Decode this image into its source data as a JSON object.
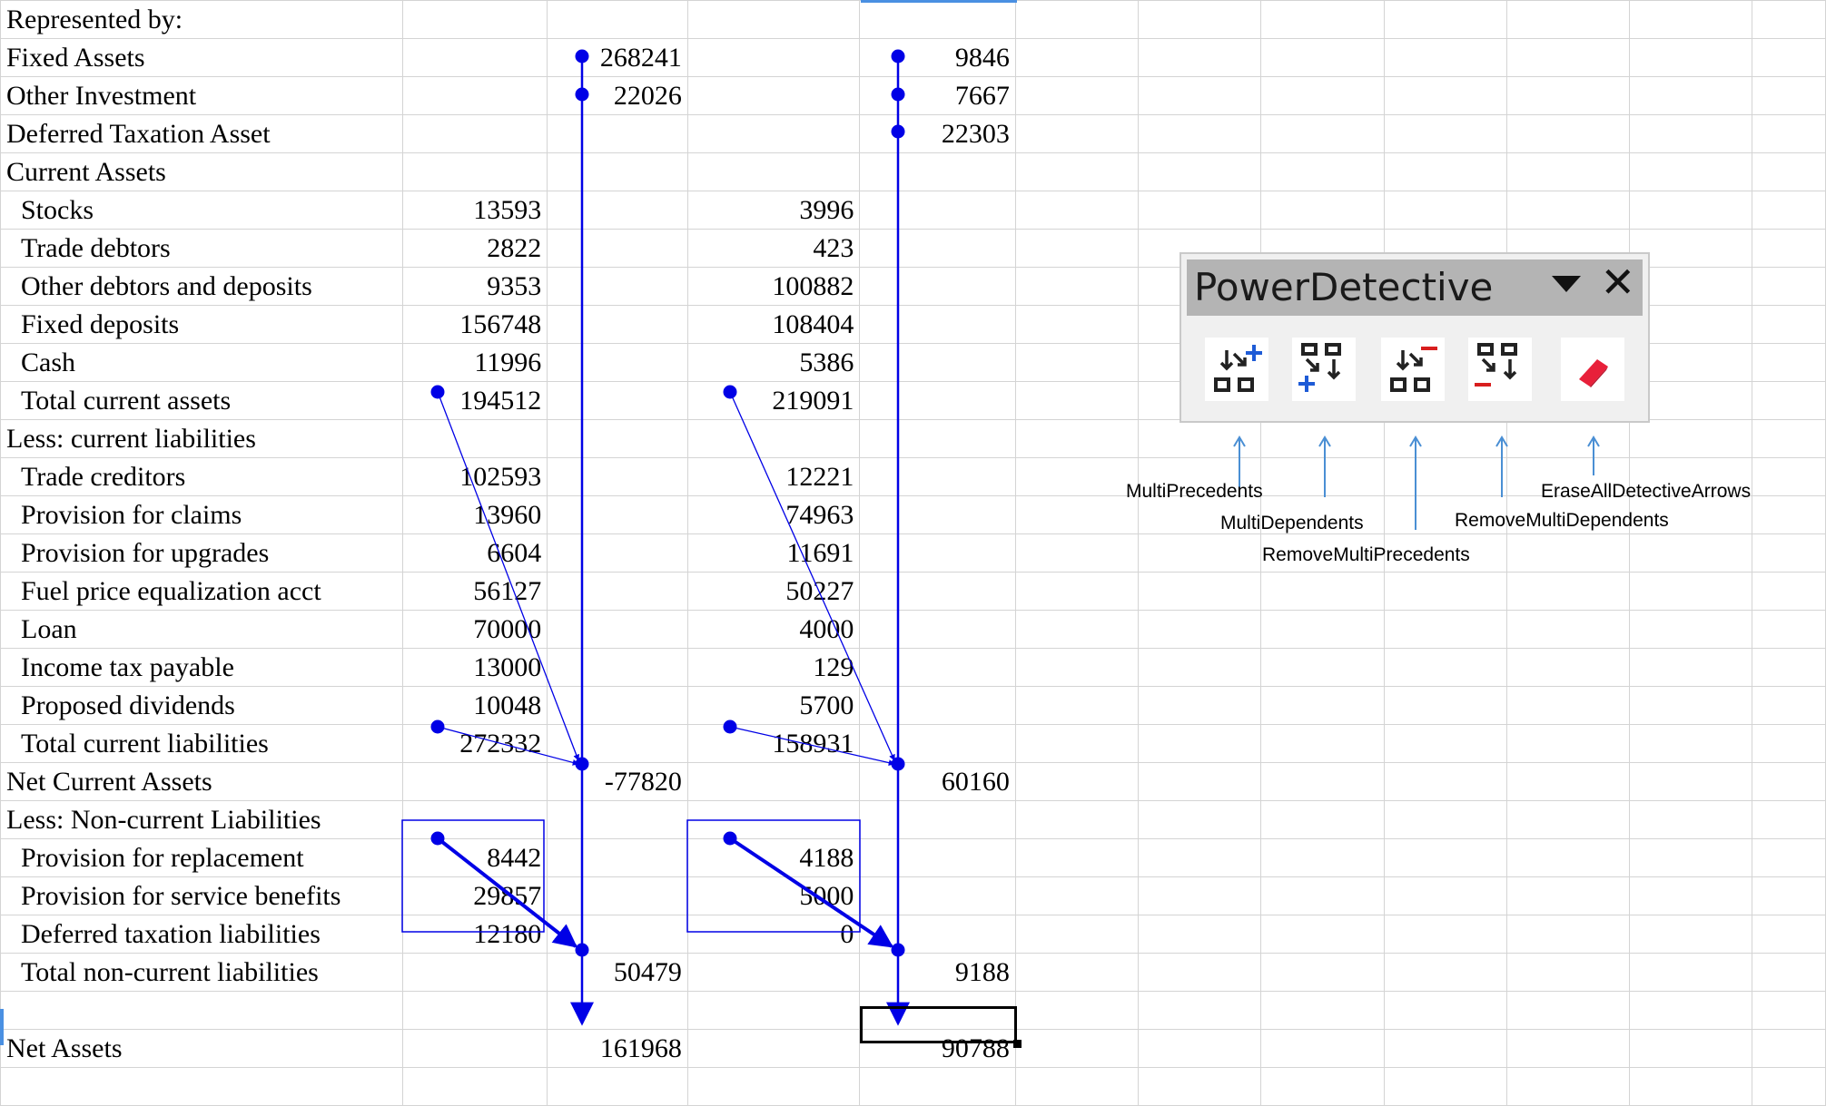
{
  "sheet": {
    "rows": [
      {
        "label": "Represented by:",
        "indent": false,
        "a": "",
        "b": "",
        "c": "",
        "d": ""
      },
      {
        "label": "Fixed Assets",
        "indent": false,
        "a": "",
        "b": "268241",
        "c": "",
        "d": "9846"
      },
      {
        "label": "Other Investment",
        "indent": false,
        "a": "",
        "b": "22026",
        "c": "",
        "d": "7667"
      },
      {
        "label": "Deferred Taxation Asset",
        "indent": false,
        "a": "",
        "b": "",
        "c": "",
        "d": "22303"
      },
      {
        "label": "Current Assets",
        "indent": false,
        "a": "",
        "b": "",
        "c": "",
        "d": ""
      },
      {
        "label": "Stocks",
        "indent": true,
        "a": "13593",
        "b": "",
        "c": "3996",
        "d": ""
      },
      {
        "label": "Trade debtors",
        "indent": true,
        "a": "2822",
        "b": "",
        "c": "423",
        "d": ""
      },
      {
        "label": "Other debtors and deposits",
        "indent": true,
        "a": "9353",
        "b": "",
        "c": "100882",
        "d": ""
      },
      {
        "label": "Fixed deposits",
        "indent": true,
        "a": "156748",
        "b": "",
        "c": "108404",
        "d": ""
      },
      {
        "label": "Cash",
        "indent": true,
        "a": "11996",
        "b": "",
        "c": "5386",
        "d": ""
      },
      {
        "label": "Total current assets",
        "indent": true,
        "a": "194512",
        "b": "",
        "c": "219091",
        "d": ""
      },
      {
        "label": "Less: current liabilities",
        "indent": false,
        "a": "",
        "b": "",
        "c": "",
        "d": ""
      },
      {
        "label": "Trade creditors",
        "indent": true,
        "a": "102593",
        "b": "",
        "c": "12221",
        "d": ""
      },
      {
        "label": "Provision for claims",
        "indent": true,
        "a": "13960",
        "b": "",
        "c": "74963",
        "d": ""
      },
      {
        "label": "Provision for upgrades",
        "indent": true,
        "a": "6604",
        "b": "",
        "c": "11691",
        "d": ""
      },
      {
        "label": "Fuel price equalization acct",
        "indent": true,
        "a": "56127",
        "b": "",
        "c": "50227",
        "d": ""
      },
      {
        "label": "Loan",
        "indent": true,
        "a": "70000",
        "b": "",
        "c": "4000",
        "d": ""
      },
      {
        "label": "Income tax payable",
        "indent": true,
        "a": "13000",
        "b": "",
        "c": "129",
        "d": ""
      },
      {
        "label": "Proposed dividends",
        "indent": true,
        "a": "10048",
        "b": "",
        "c": "5700",
        "d": ""
      },
      {
        "label": "Total current liabilities",
        "indent": true,
        "a": "272332",
        "b": "",
        "c": "158931",
        "d": ""
      },
      {
        "label": "Net Current Assets",
        "indent": false,
        "a": "",
        "b": "-77820",
        "c": "",
        "d": "60160"
      },
      {
        "label": "Less: Non-current Liabilities",
        "indent": false,
        "a": "",
        "b": "",
        "c": "",
        "d": ""
      },
      {
        "label": "Provision for replacement",
        "indent": true,
        "a": "8442",
        "b": "",
        "c": "4188",
        "d": ""
      },
      {
        "label": "Provision for service benefits",
        "indent": true,
        "a": "29857",
        "b": "",
        "c": "5000",
        "d": ""
      },
      {
        "label": "Deferred taxation liabilities",
        "indent": true,
        "a": "12180",
        "b": "",
        "c": "0",
        "d": ""
      },
      {
        "label": "Total non-current liabilities",
        "indent": true,
        "a": "",
        "b": "50479",
        "c": "",
        "d": "9188"
      },
      {
        "label": "",
        "indent": false,
        "a": "",
        "b": "",
        "c": "",
        "d": ""
      },
      {
        "label": "Net Assets",
        "indent": false,
        "a": "",
        "b": "161968",
        "c": "",
        "d": "90788"
      },
      {
        "label": "",
        "indent": false,
        "a": "",
        "b": "",
        "c": "",
        "d": ""
      }
    ],
    "arrow_color": "#0000e6"
  },
  "toolbar": {
    "title": "PowerDetective",
    "close_glyph": "✕",
    "buttons": [
      {
        "name": "multi-precedents-button",
        "icon": "multi-precedents-icon"
      },
      {
        "name": "multi-dependents-button",
        "icon": "multi-dependents-icon"
      },
      {
        "name": "remove-multi-precedents-button",
        "icon": "remove-multi-precedents-icon"
      },
      {
        "name": "remove-multi-dependents-button",
        "icon": "remove-multi-dependents-icon"
      },
      {
        "name": "erase-all-detective-arrows-button",
        "icon": "eraser-icon"
      }
    ]
  },
  "annotations": {
    "multi_precedents": "MultiPrecedents",
    "multi_dependents": "MultiDependents",
    "remove_multi_precedents": "RemoveMultiPrecedents",
    "remove_multi_dependents": "RemoveMultiDependents",
    "erase_all": "EraseAllDetectiveArrows",
    "pointer_color": "#4a8fd4"
  }
}
